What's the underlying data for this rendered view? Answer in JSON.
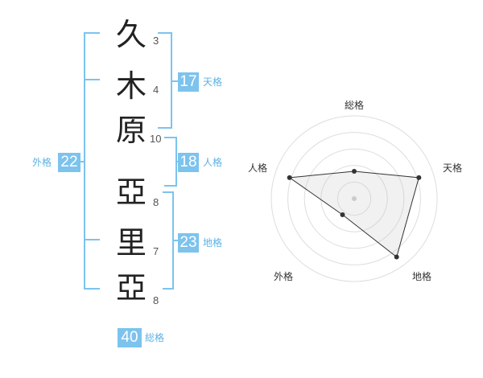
{
  "accent_color": "#7cc3ee",
  "name_chars": [
    {
      "char": "久",
      "strokes": "3"
    },
    {
      "char": "木",
      "strokes": "4"
    },
    {
      "char": "原",
      "strokes": "10"
    },
    {
      "char": "亞",
      "strokes": "8"
    },
    {
      "char": "里",
      "strokes": "7"
    },
    {
      "char": "亞",
      "strokes": "8"
    }
  ],
  "fortune": {
    "tenkaku": {
      "value": "17",
      "label": "天格"
    },
    "jinkaku": {
      "value": "18",
      "label": "人格"
    },
    "chikaku": {
      "value": "23",
      "label": "地格"
    },
    "gaikaku": {
      "value": "22",
      "label": "外格"
    },
    "soukaku": {
      "value": "40",
      "label": "総格"
    }
  },
  "radar": {
    "labels": {
      "top": "総格",
      "right": "天格",
      "bottom_right": "地格",
      "bottom_left": "外格",
      "left": "人格"
    },
    "scores": {
      "soukaku": 0.33,
      "tenkaku": 0.82,
      "chikaku": 0.87,
      "gaikaku": 0.24,
      "jinkaku": 0.82
    }
  }
}
